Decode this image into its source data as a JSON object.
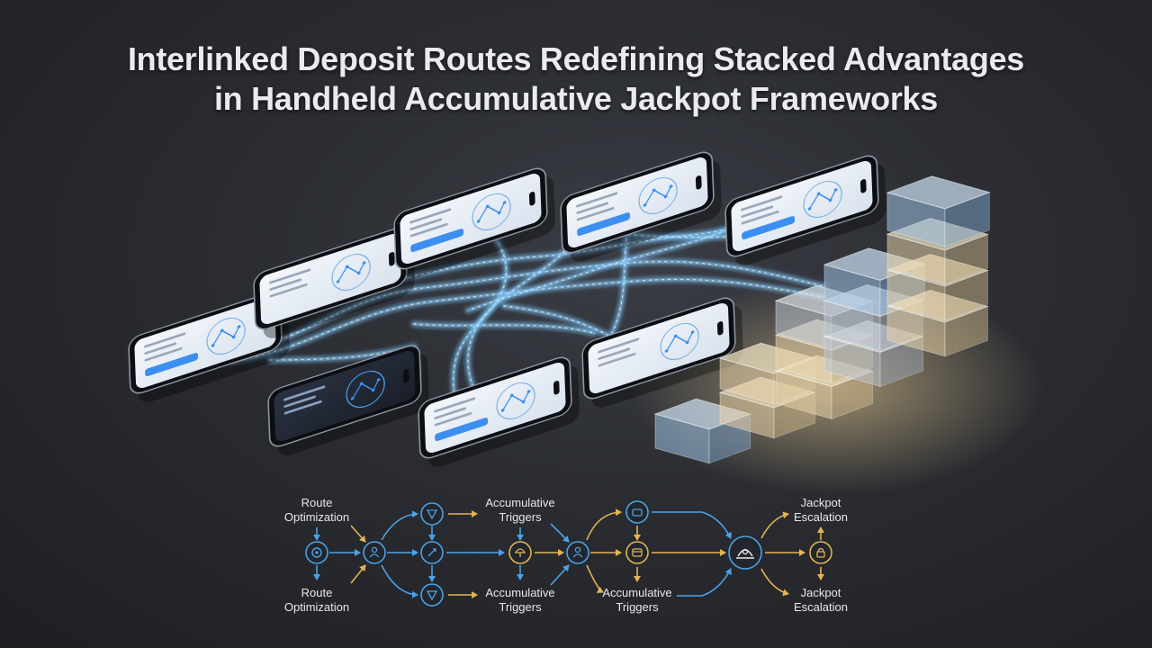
{
  "title": {
    "line1": "Interlinked Deposit Routes Redefining Stacked Advantages",
    "line2": "in Handheld Accumulative Jackpot Frameworks"
  },
  "colors": {
    "blue": "#4aa3e8",
    "gold": "#e2b553",
    "stream": "#8fd0ff",
    "text": "#e6e8ec"
  },
  "flow": {
    "route_top": [
      "Route",
      "Optimization"
    ],
    "route_bottom": [
      "Route",
      "Optimization"
    ],
    "triggers_top": [
      "Accumulative",
      "Triggers"
    ],
    "triggers_bottom": [
      "Accumulative",
      "Triggers"
    ],
    "triggers_lower": [
      "Accumulative",
      "Triggers"
    ],
    "jackpot_top": [
      "Jackpot",
      "Escalation"
    ],
    "jackpot_bottom": [
      "Jackpot",
      "Escalation"
    ]
  },
  "icons": [
    "target-icon",
    "user-node-icon",
    "shield-icon",
    "rocket-icon",
    "mushroom-icon",
    "person-icon",
    "wallet-icon",
    "card-icon",
    "vault-icon",
    "lock-icon"
  ]
}
